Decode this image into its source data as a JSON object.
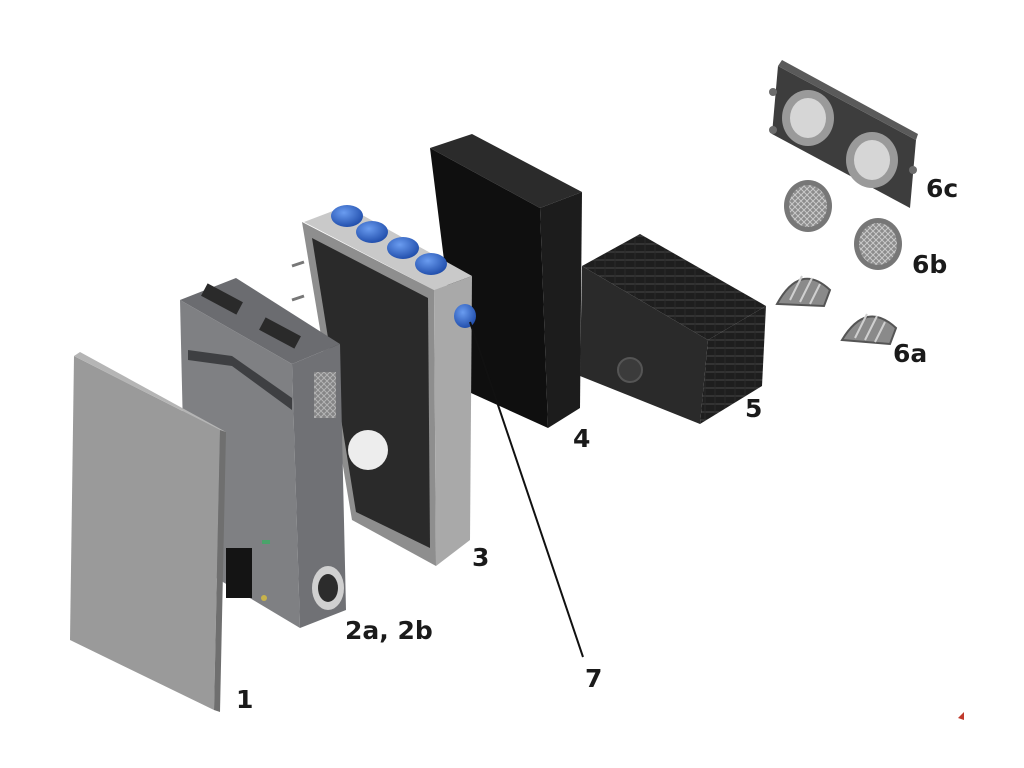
{
  "labels": {
    "front_panel": "1",
    "housing": "2a, 2b",
    "rear_frame": "3",
    "insulation_block": "4",
    "heat_exchanger": "5",
    "grille_6a": "6a",
    "grille_6b": "6b",
    "wall_plate": "6c",
    "connector": "7"
  },
  "colors": {
    "panel": "#9a9a9a",
    "housing": "#7f8083",
    "dark_part": "#141414",
    "port_blue": "#2c63c4",
    "label": "#1a1a1a"
  }
}
